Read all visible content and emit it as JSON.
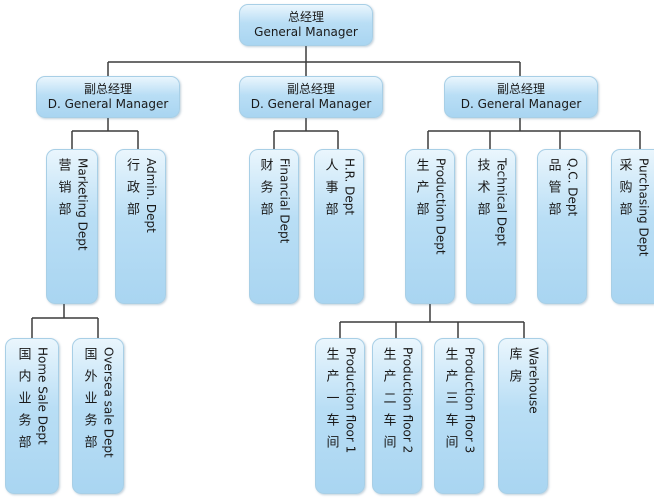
{
  "diagram": {
    "top": {
      "cn": "总经理",
      "en": "General Manager"
    },
    "deputies": [
      {
        "cn": "副总经理",
        "en": "D. General Manager"
      },
      {
        "cn": "副总经理",
        "en": "D. General Manager"
      },
      {
        "cn": "副总经理",
        "en": "D. General Manager"
      }
    ],
    "departments": [
      {
        "cn": "营销部",
        "en": "Marketing Dept"
      },
      {
        "cn": "行政部",
        "en": "Admin. Dept"
      },
      {
        "cn": "财务部",
        "en": "Financial Dept"
      },
      {
        "cn": "人事部",
        "en": "H.R. Dept"
      },
      {
        "cn": "生产部",
        "en": "Production Dept"
      },
      {
        "cn": "技术部",
        "en": "Technical Dept"
      },
      {
        "cn": "品管部",
        "en": "Q.C. Dept"
      },
      {
        "cn": "采购部",
        "en": "Purchasing Dept"
      }
    ],
    "sales_units": [
      {
        "cn": "国内业务部",
        "en": "Home Sale Dept"
      },
      {
        "cn": "国外业务部",
        "en": "Oversea sale Dept"
      }
    ],
    "production_units": [
      {
        "cn": "生产一车间",
        "en": "Production floor 1"
      },
      {
        "cn": "生产二车间",
        "en": "Production floor 2"
      },
      {
        "cn": "生产三车间",
        "en": "Production floor 3"
      },
      {
        "cn": "库房",
        "en": "Warehouse"
      }
    ]
  },
  "colors": {
    "box_fill": "#b9def5",
    "box_border": "#a8cfe6",
    "line": "#3c3c3c"
  }
}
